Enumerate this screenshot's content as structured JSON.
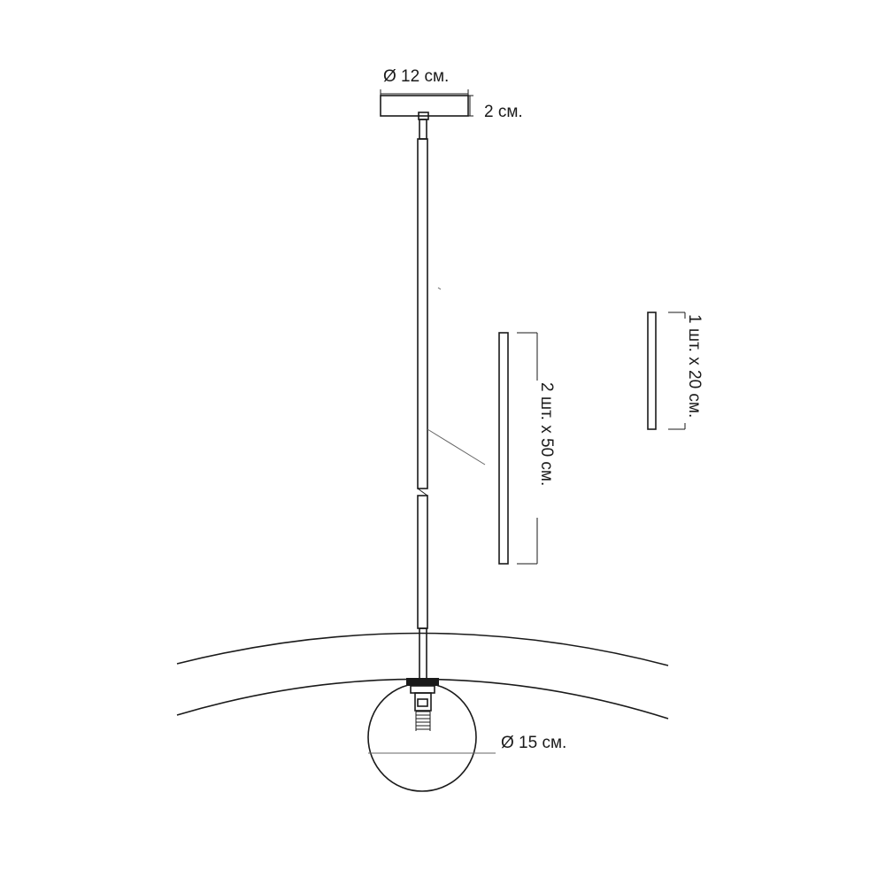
{
  "dimensions": {
    "canopy_diameter": "Ø 12 см.",
    "canopy_height": "2 см.",
    "long_rods": "2 шт. х 50 см.",
    "short_rod": "1 шт. х 20 см.",
    "globe_diameter": "Ø 15 см."
  },
  "colors": {
    "stroke": "#1a1a1a",
    "background": "#ffffff"
  }
}
